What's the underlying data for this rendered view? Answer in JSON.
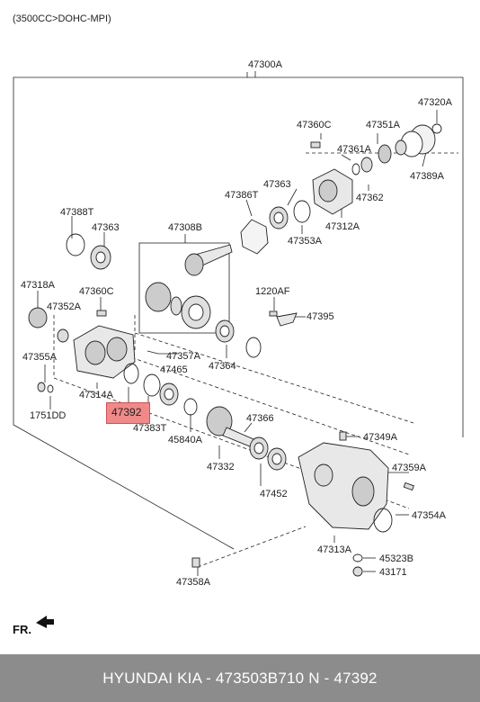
{
  "header": "(3500CC>DOHC-MPI)",
  "assembly_label": "47300A",
  "direction_label": "FR.",
  "highlight": {
    "label": "47392",
    "color": "#f08a8a"
  },
  "labels": {
    "p47320A": "47320A",
    "p47360C_top": "47360C",
    "p47351A": "47351A",
    "p47361A": "47361A",
    "p47389A": "47389A",
    "p47362": "47362",
    "p47312A": "47312A",
    "p47386T": "47386T",
    "p47363_top": "47363",
    "p47353A": "47353A",
    "p47388T": "47388T",
    "p47363_left": "47363",
    "p47308B": "47308B",
    "p47318A": "47318A",
    "p47360C_left": "47360C",
    "p1220AF": "1220AF",
    "p47352A": "47352A",
    "p47395": "47395",
    "p47357A": "47357A",
    "p47355A": "47355A",
    "p47465": "47465",
    "p47364": "47364",
    "p47314A": "47314A",
    "p1751DD": "1751DD",
    "p47383T": "47383T",
    "p45840A": "45840A",
    "p47366": "47366",
    "p47349A": "47349A",
    "p47332": "47332",
    "p47359A": "47359A",
    "p47452": "47452",
    "p47354A": "47354A",
    "p47313A": "47313A",
    "p45323B": "45323B",
    "p43171": "43171",
    "p47358A": "47358A"
  },
  "footer": "HYUNDAI  KIA - 473503B710     N - 47392"
}
